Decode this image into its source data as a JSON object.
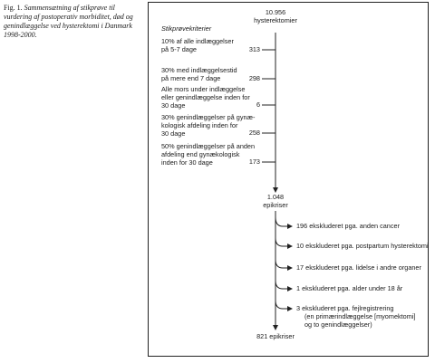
{
  "caption": {
    "fig_label": "Fig. 1.",
    "text": "Sammensætning af stikprøve til vurdering af postoperativ morbiditet, død og genindlæggelse ved hysterektomi i Danmark 1998-2000."
  },
  "diagram": {
    "criteria_header": "Stikprøvekriterier",
    "top_node": {
      "count": "10.956",
      "label": "hysterektomier"
    },
    "criteria": [
      {
        "lines": [
          "10% af alle indlæggelser",
          "på 5-7 dage"
        ],
        "count": "313"
      },
      {
        "lines": [
          "30% med indlæggelsestid",
          "på mere end 7 dage"
        ],
        "count": "298"
      },
      {
        "lines": [
          "Alle mors under indlæggelse",
          "eller genindlæggelse inden for",
          "30 dage"
        ],
        "count": "6"
      },
      {
        "lines": [
          "30% genindlæggelser på gynæ-",
          "kologisk afdeling inden for",
          "30 dage"
        ],
        "count": "258"
      },
      {
        "lines": [
          "50% genindlæggelser på anden",
          "afdeling end gynækologisk",
          "inden for 30 dage"
        ],
        "count": "173"
      }
    ],
    "middle_node": {
      "count": "1.048",
      "label": "epikriser"
    },
    "exclusions": [
      {
        "lines": [
          "196  ekskluderet pga. anden cancer"
        ]
      },
      {
        "lines": [
          "10  ekskluderet pga. postpartum hysterektomi"
        ]
      },
      {
        "lines": [
          "17  ekskluderet pga. lidelse i andre organer"
        ]
      },
      {
        "lines": [
          "1  ekskluderet pga. alder under 18 år"
        ]
      },
      {
        "lines": [
          "3  ekskluderet pga. fejlregistrering",
          "(en primærindlæggelse [myomektomi]",
          "og to genindlæggelser)"
        ]
      }
    ],
    "bottom_node": {
      "label": "821 epikriser"
    }
  }
}
